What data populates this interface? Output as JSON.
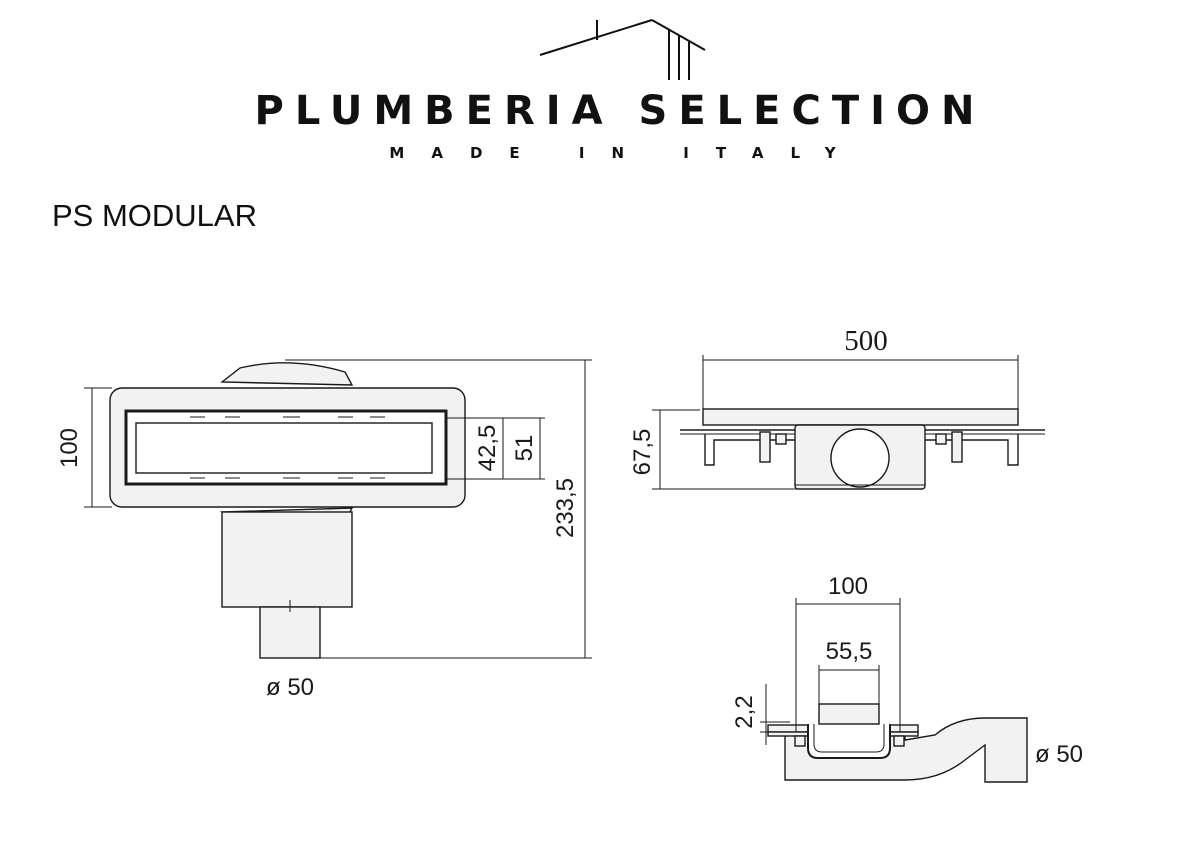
{
  "brand": {
    "name": "PLUMBERIA SELECTION",
    "tagline": "MADE IN ITALY"
  },
  "product": {
    "title": "PS MODULAR"
  },
  "dimensions": {
    "top_width": "100",
    "top_grate_width": "42,5",
    "top_channel_width": "51",
    "top_total_length": "233,5",
    "top_outlet": "ø 50",
    "side_length": "500",
    "side_height": "67,5",
    "section_width": "100",
    "section_inner": "55,5",
    "section_flange": "2,2",
    "section_outlet": "ø 50"
  },
  "colors": {
    "line": "#1a1a1a",
    "fill": "#f2f2f2",
    "text": "#111111"
  }
}
